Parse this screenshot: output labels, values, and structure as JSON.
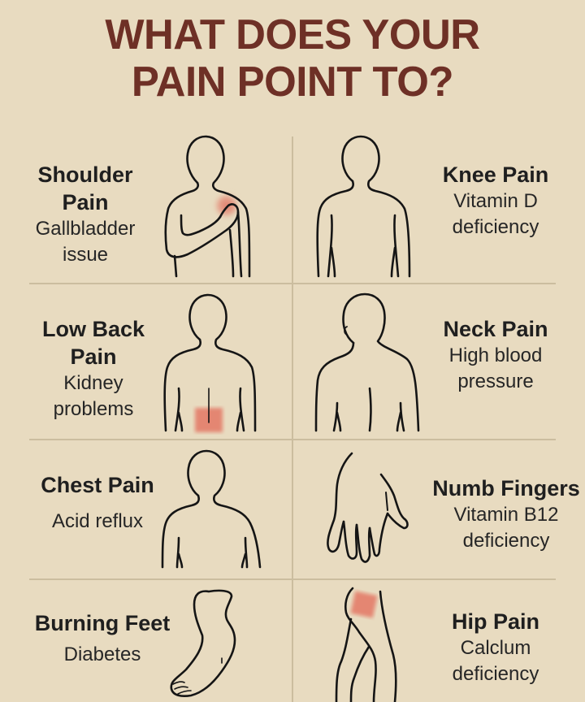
{
  "title": {
    "line1": "WHAT DOES YOUR",
    "line2": "PAIN POINT TO?",
    "color": "#6e3026"
  },
  "colors": {
    "background": "#e8dbc0",
    "pain_highlight": "#e07a6a",
    "divider": "#cbbd9f",
    "outline": "#151515"
  },
  "items": [
    {
      "position": "left",
      "heading_lines": [
        "Shoulder",
        "Pain"
      ],
      "cause_lines": [
        "Gallbladder",
        "issue"
      ],
      "icon": "upper-body-hand-on-shoulder-icon"
    },
    {
      "position": "right",
      "heading_lines": [
        "Knee Pain"
      ],
      "cause_lines": [
        "Vitamin D",
        "deficiency"
      ],
      "icon": "torso-lower-abdomen-icon"
    },
    {
      "position": "left",
      "heading_lines": [
        "Low Back",
        "Pain"
      ],
      "cause_lines": [
        "Kidney",
        "problems"
      ],
      "icon": "back-lower-spine-icon"
    },
    {
      "position": "right",
      "heading_lines": [
        "Neck Pain"
      ],
      "cause_lines": [
        "High blood",
        "pressure"
      ],
      "icon": "back-neck-icon"
    },
    {
      "position": "left",
      "heading_lines": [
        "Chest Pain"
      ],
      "cause_lines": [
        "Acid reflux"
      ],
      "icon": "torso-chest-icon"
    },
    {
      "position": "right",
      "heading_lines": [
        "Numb Fingers"
      ],
      "cause_lines": [
        "Vitamin B12",
        "deficiency"
      ],
      "icon": "hand-fingers-icon"
    },
    {
      "position": "left",
      "heading_lines": [
        "Burning Feet"
      ],
      "cause_lines": [
        "Diabetes"
      ],
      "icon": "foot-toes-icon"
    },
    {
      "position": "right",
      "heading_lines": [
        "Hip Pain"
      ],
      "cause_lines": [
        "Calclum",
        "deficiency"
      ],
      "icon": "legs-hip-icon"
    }
  ]
}
